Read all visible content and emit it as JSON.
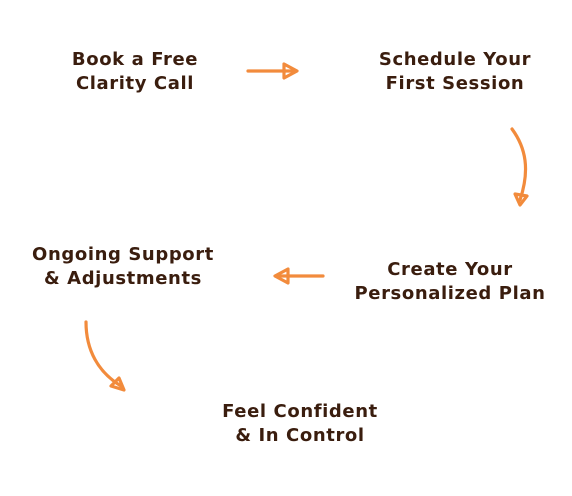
{
  "accent_color": "#f28b3c",
  "text_color": "#3a1d0e",
  "steps": [
    {
      "line1": "Book a Free",
      "line2": "Clarity Call"
    },
    {
      "line1": "Schedule Your",
      "line2": "First Session"
    },
    {
      "line1": "Create Your",
      "line2": "Personalized Plan"
    },
    {
      "line1": "Ongoing Support",
      "line2": "& Adjustments"
    },
    {
      "line1": "Feel Confident",
      "line2": "& In Control"
    }
  ]
}
